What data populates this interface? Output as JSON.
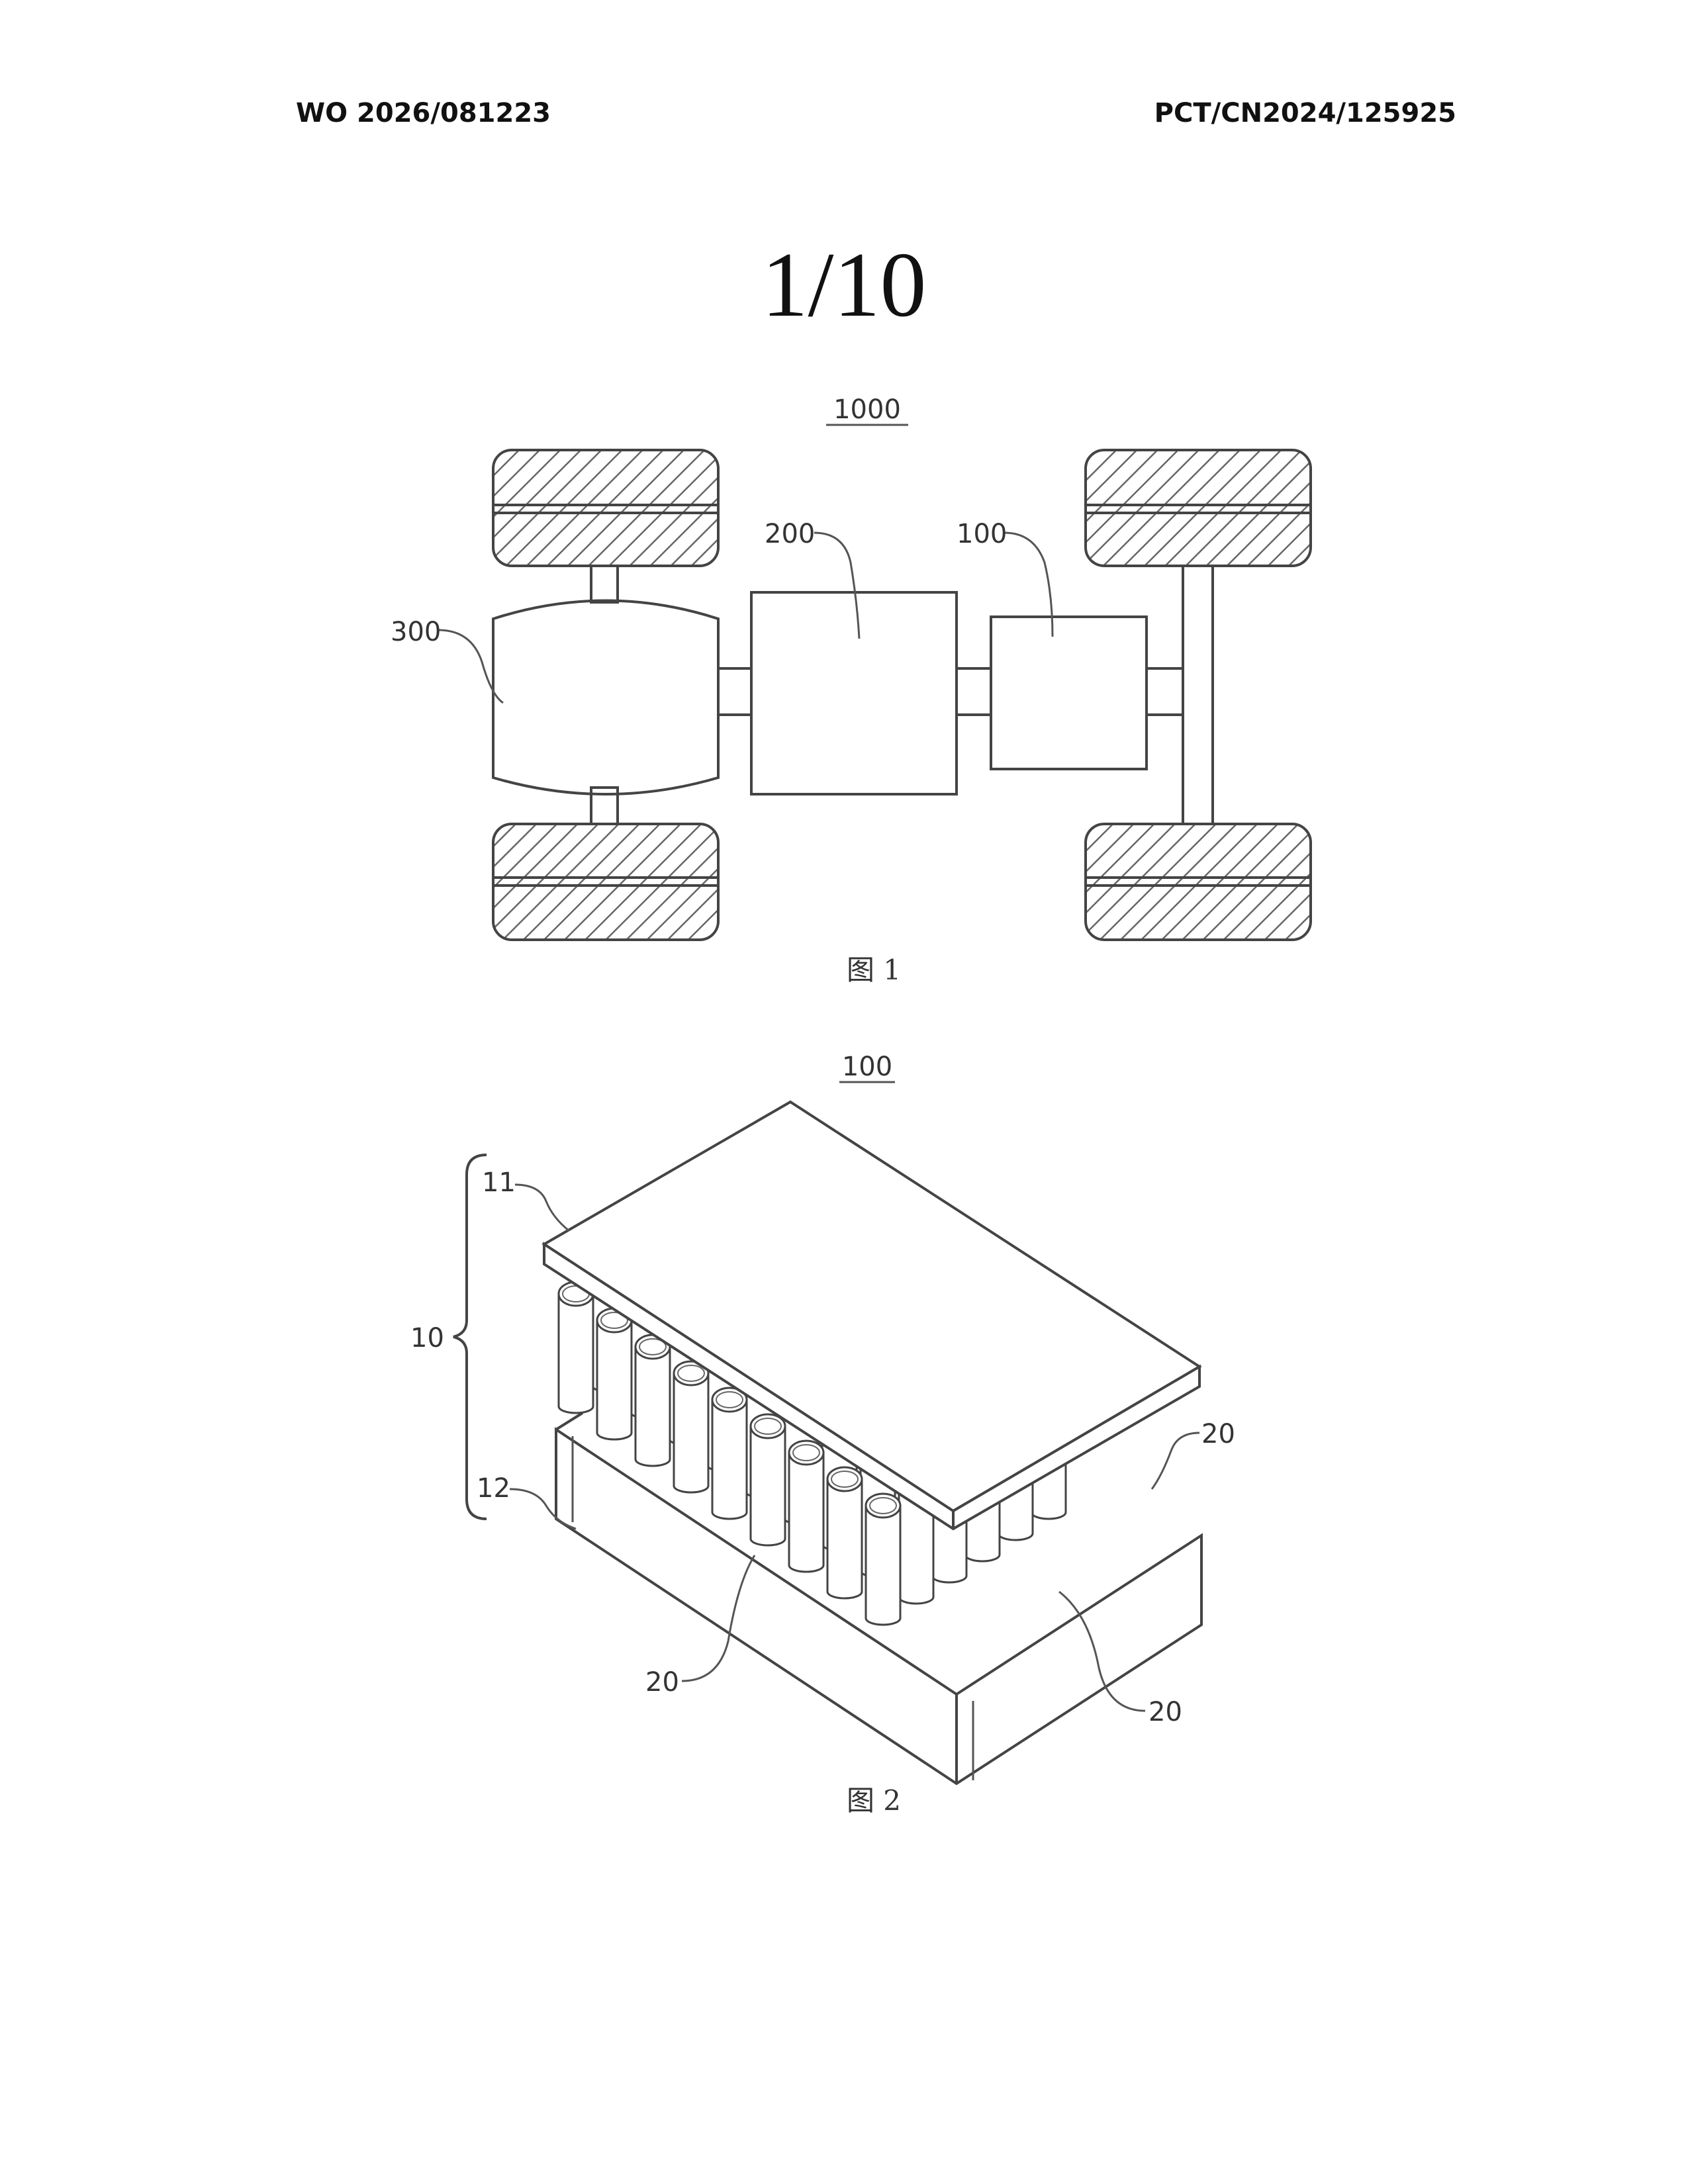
{
  "header": {
    "publication_number": "WO 2026/081223",
    "application_number": "PCT/CN2024/125925"
  },
  "sheet_number": "1/10",
  "figure1": {
    "reference": "1000",
    "labels": {
      "motor": "300",
      "controller": "200",
      "battery": "100"
    },
    "caption": "图 1"
  },
  "figure2": {
    "reference": "100",
    "labels": {
      "box": "10",
      "lid": "11",
      "case": "12",
      "cell_left": "20",
      "cell_right_top": "20",
      "cell_right_bottom": "20"
    },
    "caption": "图 2"
  }
}
